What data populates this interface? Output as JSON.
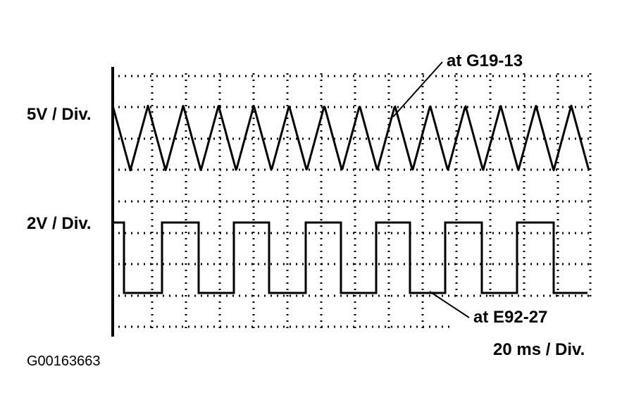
{
  "labels": {
    "upper_scale": "5V / Div.",
    "lower_scale": "2V / Div.",
    "time_scale": "20 ms / Div.",
    "callout_upper": "at G19-13",
    "callout_lower": "at E92-27",
    "figure_id": "G00163663"
  },
  "colors": {
    "trace": "#000000",
    "grid": "#000000",
    "background": "#ffffff"
  },
  "traces": {
    "upper": {
      "scale": "5V / Div.",
      "shape": "triangle",
      "cycles": 13.5
    },
    "lower": {
      "scale": "2V / Div.",
      "shape": "square",
      "cycles": 7
    }
  }
}
